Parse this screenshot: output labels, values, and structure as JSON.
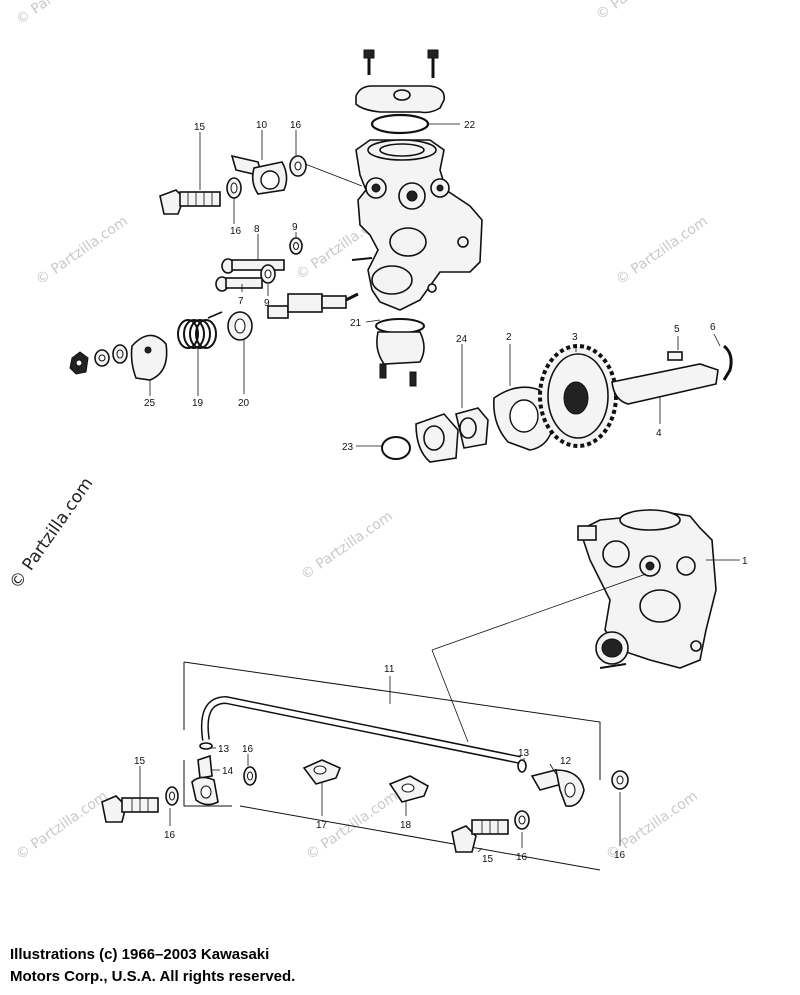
{
  "watermark": {
    "text": "© Partzilla.com"
  },
  "callouts": [
    "1",
    "2",
    "3",
    "4",
    "5",
    "6",
    "7",
    "8",
    "9",
    "10",
    "11",
    "12",
    "13",
    "14",
    "15",
    "16",
    "17",
    "18",
    "19",
    "20",
    "21",
    "22",
    "23",
    "24",
    "25"
  ],
  "copyright": {
    "line1": "Illustrations (c) 1966–2003 Kawasaki",
    "line2": "Motors Corp., U.S.A.  All rights reserved."
  }
}
